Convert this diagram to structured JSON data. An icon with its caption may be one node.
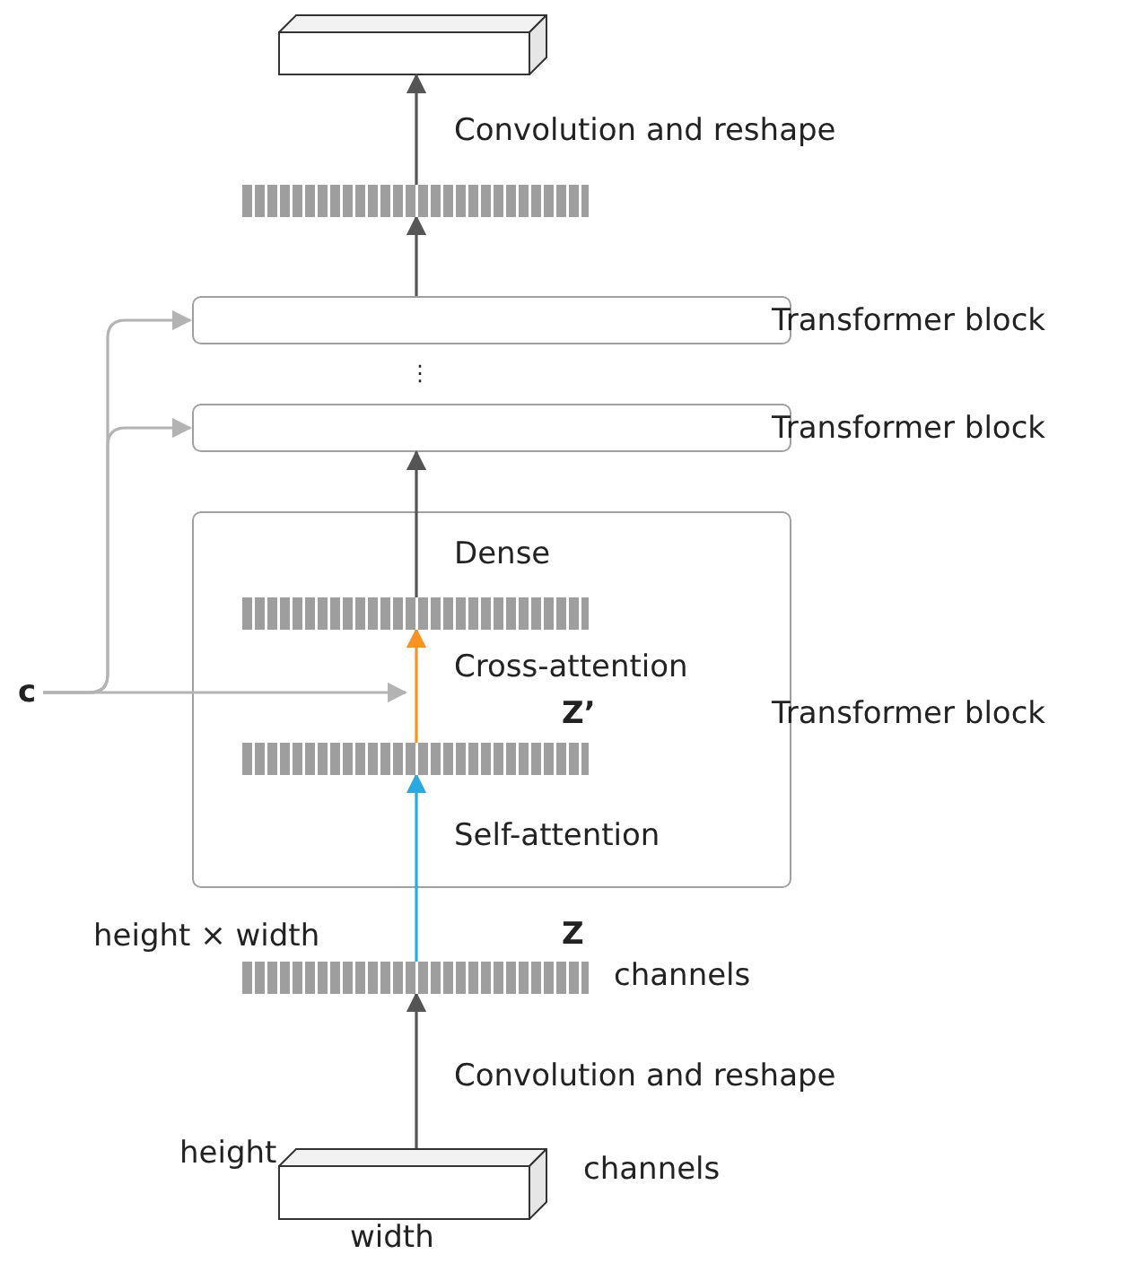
{
  "diagram": {
    "nodes": [
      {
        "text": [],
        "shape": "box"
      },
      {
        "text": [],
        "shape": "bar"
      },
      {
        "text": [
          "Transformer block"
        ]
      },
      {
        "text": [
          "Transformer block"
        ]
      },
      {
        "text": [
          "Transformer block"
        ]
      },
      {
        "text": [],
        "shape": "bar",
        "in": 4
      },
      {
        "text": [],
        "shape": "bar",
        "in": 4,
        "beside": [
          "Z’"
        ]
      },
      {
        "text": [],
        "shape": "bar",
        "beside": [
          "height × width",
          "Z",
          "channels"
        ]
      },
      {
        "text": [],
        "shape": "box",
        "beside": [
          "height",
          "channels",
          "width"
        ]
      },
      {
        "text": [
          "c"
        ]
      }
    ],
    "edges": [
      {
        "from": 8,
        "to": 7,
        "arrow": "to",
        "label": "Convolution and reshape"
      },
      {
        "from": 7,
        "to": 6,
        "arrow": "to",
        "label": "Self-attention",
        "color": "#29abe2"
      },
      {
        "from": 6,
        "to": 5,
        "arrow": "to",
        "label": "Cross-attention",
        "color": "#f7931e"
      },
      {
        "from": 5,
        "to": 3,
        "arrow": "to",
        "label": "Dense"
      },
      {
        "from": 2,
        "to": 1,
        "arrow": "to"
      },
      {
        "from": 1,
        "to": 0,
        "arrow": "to",
        "label": "Convolution and reshape"
      },
      {
        "from": 9,
        "to": 3,
        "arrow": "to",
        "color": "#b3b3b3"
      },
      {
        "from": 9,
        "to": 2,
        "arrow": "to",
        "color": "#b3b3b3"
      },
      {
        "from": 9,
        "to": null,
        "arrow": "to",
        "color": "#b3b3b3"
      }
    ],
    "labels": [
      "⋮"
    ]
  }
}
